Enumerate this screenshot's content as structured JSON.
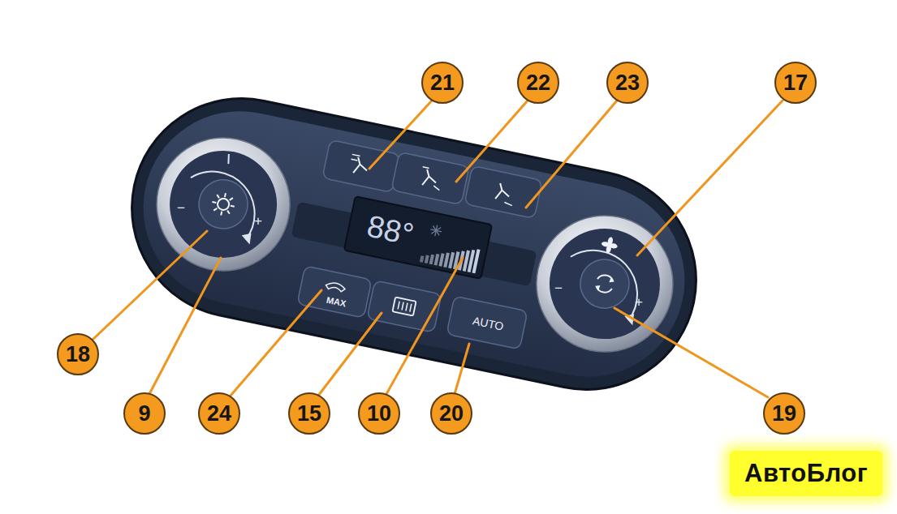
{
  "diagram": {
    "nodes": [
      {
        "text": [
          "88°"
        ]
      },
      {
        "text": [
          "MAX"
        ]
      },
      {
        "text": [
          "AUTO"
        ]
      }
    ],
    "labels": [
      "21",
      "22",
      "23",
      "17",
      "18",
      "9",
      "24",
      "15",
      "10",
      "20",
      "19",
      "−",
      "+",
      "−",
      "+",
      "АвтоБлог"
    ]
  }
}
